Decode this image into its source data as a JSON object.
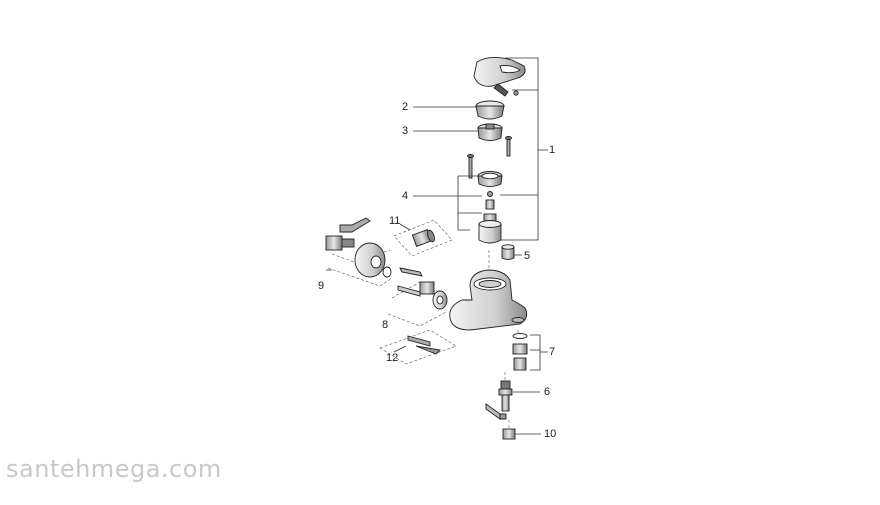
{
  "callouts": {
    "c1": "1",
    "c2": "2",
    "c3": "3",
    "c4": "4",
    "c5": "5",
    "c6": "6",
    "c7": "7",
    "c8": "8",
    "c9": "9",
    "c10": "10",
    "c11": "11",
    "c12": "12"
  },
  "watermark": "santehmega.com",
  "colors": {
    "line": "#333333",
    "part_fill": "#d9d9d9",
    "part_dark": "#555555",
    "watermark": "#c8c8c8"
  }
}
